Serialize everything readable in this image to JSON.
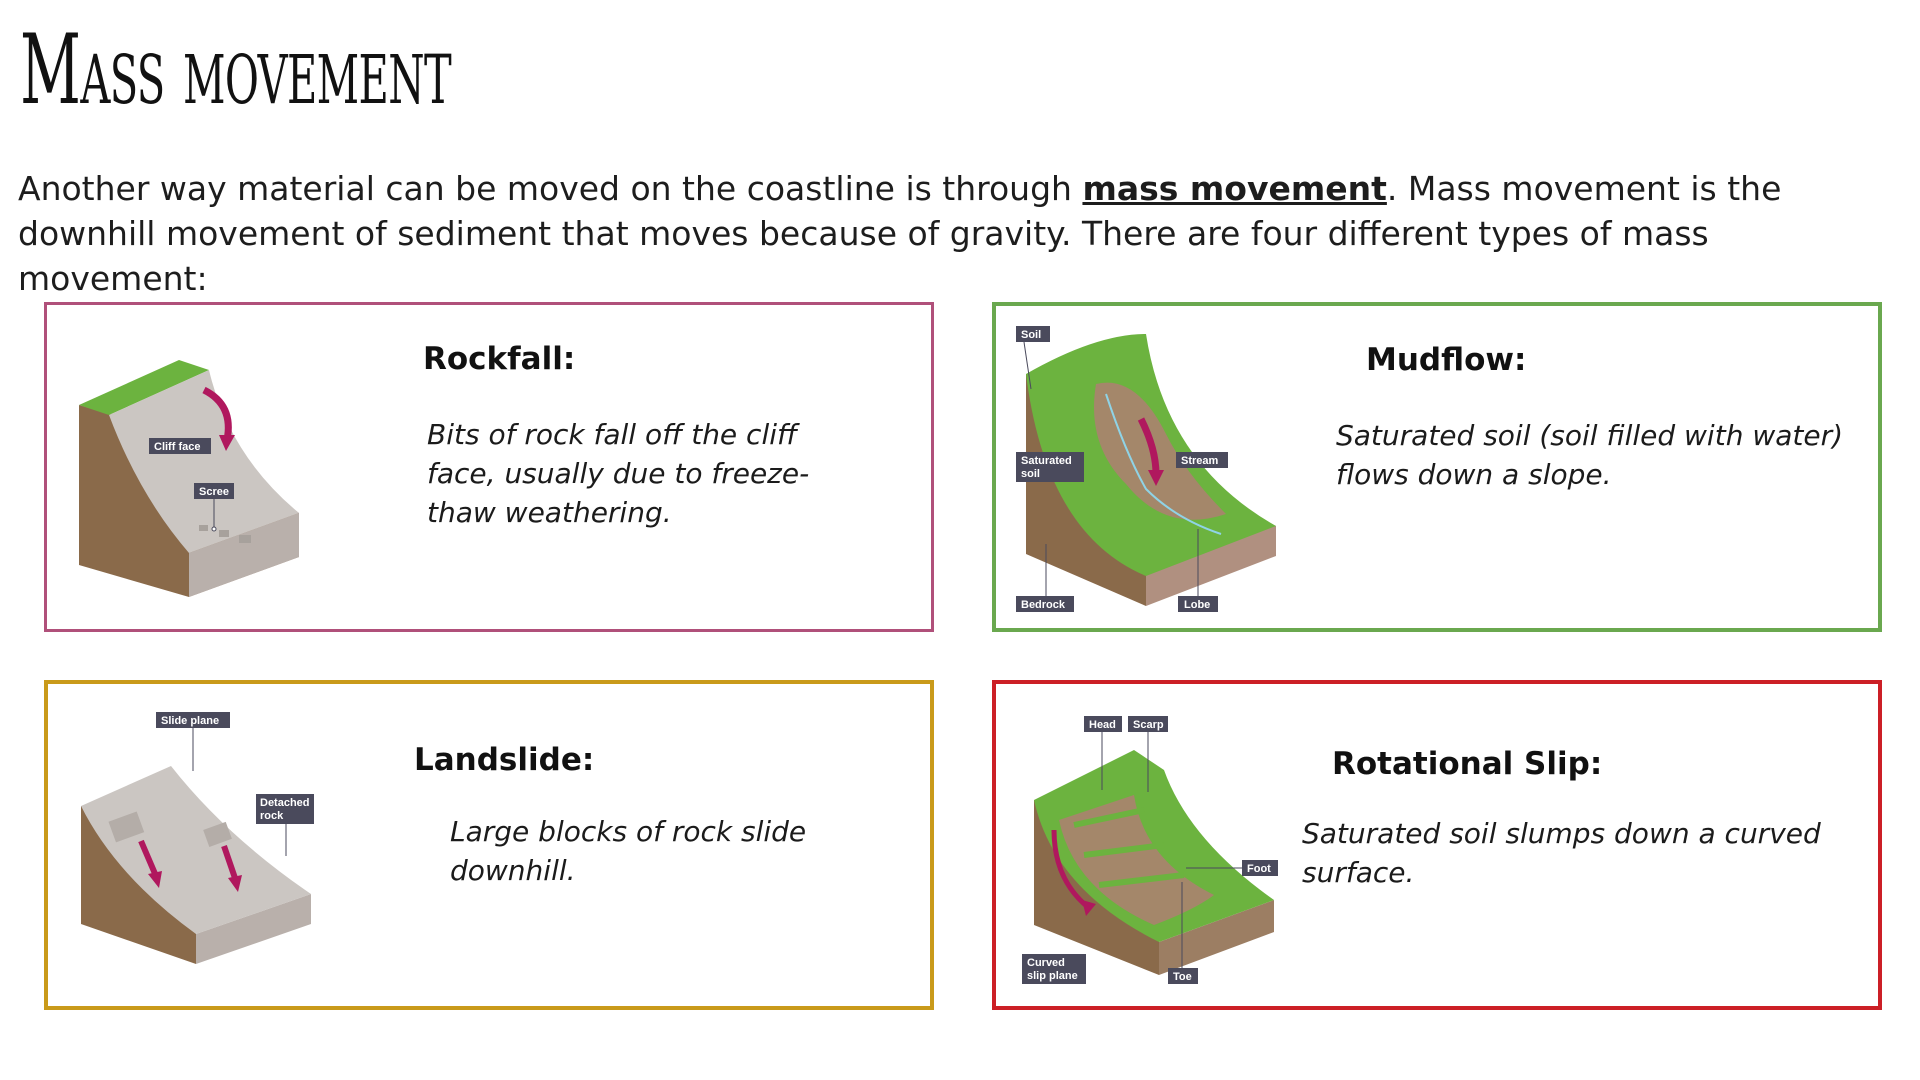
{
  "title": "Mass movement",
  "intro": {
    "before": "Another way material can be moved on the coastline is through ",
    "keyword": "mass movement",
    "after": ". Mass movement is the downhill movement of sediment that moves because of gravity. There are four different types of mass movement:"
  },
  "cards": {
    "rockfall": {
      "heading": "Rockfall:",
      "description": "Bits of rock fall off the cliff face, usually due to freeze-thaw weathering.",
      "border_color": "#b0507a",
      "labels": {
        "cliff_face": "Cliff face",
        "scree": "Scree"
      }
    },
    "mudflow": {
      "heading": "Mudflow:",
      "description": "Saturated soil (soil filled with water) flows down a slope.",
      "border_color": "#6aa84f",
      "labels": {
        "soil": "Soil",
        "saturated_1": "Saturated",
        "saturated_2": "soil",
        "stream": "Stream",
        "bedrock": "Bedrock",
        "lobe": "Lobe"
      }
    },
    "landslide": {
      "heading": "Landslide:",
      "description": "Large blocks of rock slide downhill.",
      "border_color": "#c99a1a",
      "labels": {
        "slide_plane": "Slide plane",
        "detached_1": "Detached",
        "detached_2": "rock"
      }
    },
    "rotational": {
      "heading": "Rotational Slip:",
      "description": "Saturated soil slumps down a curved surface.",
      "border_color": "#cc1f26",
      "labels": {
        "head": "Head",
        "scarp": "Scarp",
        "foot": "Foot",
        "curved_1": "Curved",
        "curved_2": "slip plane",
        "toe": "Toe"
      }
    }
  },
  "colors": {
    "label_bg": "#4a4a5c",
    "arrow": "#b0185e",
    "grass": "#6cb33f",
    "rock": "#c9c4c0",
    "earth": "#8a6a4a"
  }
}
